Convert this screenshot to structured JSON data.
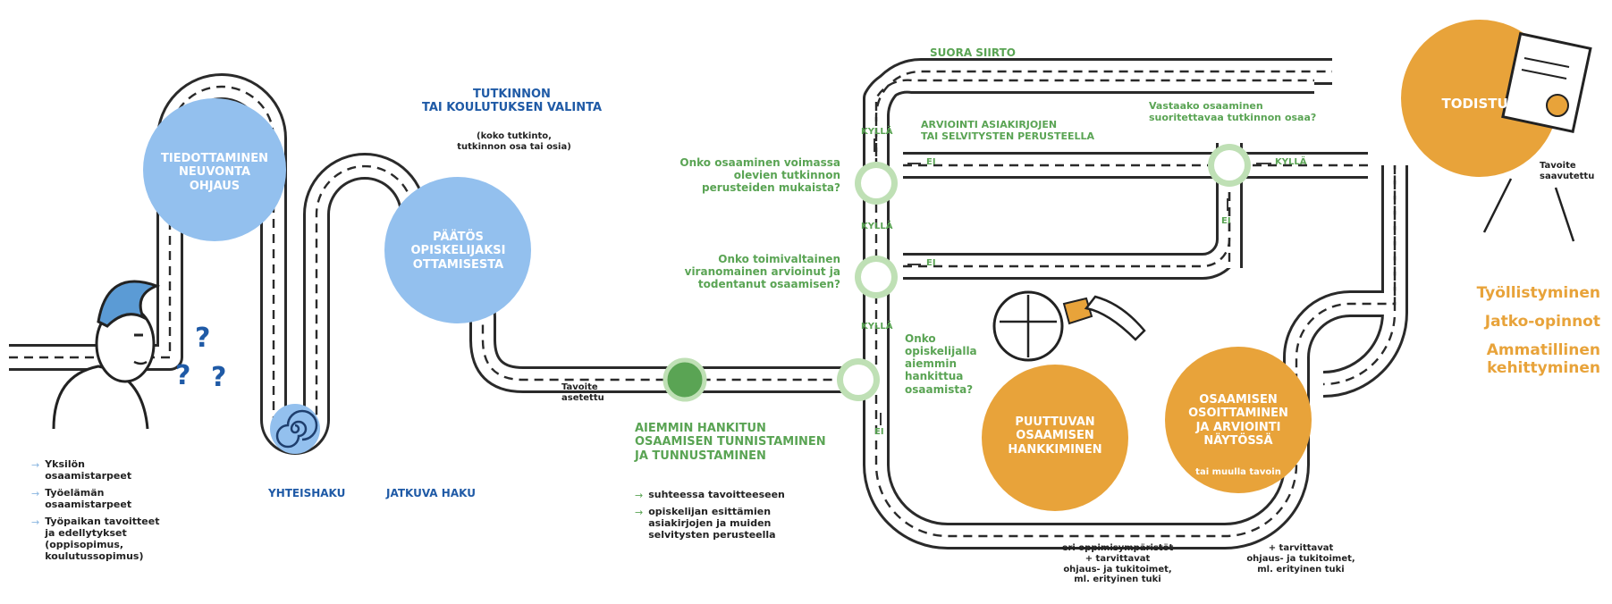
{
  "colors": {
    "road": "#2a2a2a",
    "blue": "#93c0ee",
    "darkblue": "#1f5aa6",
    "green": "#5aa454",
    "lightgreen": "#bfe0b5",
    "orange": "#e8a33a"
  },
  "circles": {
    "info": "TIEDOTTAMINEN\nNEUVONTA\nOHJAUS",
    "decision": "PÄÄTÖS\nOPISKELIJAKSI\nOTTAMISESTA",
    "missing": "PUUTTUVAN\nOSAAMISEN\nHANKKIMINEN",
    "demo": "OSAAMISEN\nOSOITTAMINEN\nJA ARVIOINTI\nNÄYTÖSSÄ",
    "demo_sub": "tai muulla tavoin",
    "certificate": "TODISTUS"
  },
  "labels": {
    "choice_title": "TUTKINNON\nTAI KOULUTUKSEN VALINTA",
    "choice_sub": "(koko tutkinto,\ntutkinnon osa tai osia)",
    "joint": "YHTEISHAKU",
    "continuous": "JATKUVA HAKU",
    "goal_set": "Tavoite\nasetettu",
    "goal_reached": "Tavoite\nsaavutettu",
    "direct": "SUORA SIIRTO",
    "eval_docs": "ARVIOINTI ASIAKIRJOJEN\nTAI SELVITYSTEN PERUSTEELLA",
    "recognition": "AIEMMIN HANKITUN\nOSAAMISEN TUNNISTAMINEN\nJA TUNNUSTAMINEN",
    "missing_note": "eri oppimisympäristöt\n+ tarvittavat\nohjaus- ja tukitoimet,\nml. erityinen tuki",
    "demo_note": "+ tarvittavat\nohjaus- ja tukitoimet,\nml. erityinen tuki"
  },
  "questions": {
    "q1": "Onko osaaminen voimassa\nolevien tutkinnon\nperusteiden mukaista?",
    "q2": "Onko toimivaltainen\nviranomainen arvioinut ja\ntodentanut osaamisen?",
    "q3": "Onko\nopiskelijalla\naiemmin\nhankittua\nosaamista?",
    "q4": "Vastaako osaaminen\nsuoritettavaa tutkinnon osaa?"
  },
  "answers": {
    "yes": "KYLLÄ",
    "no": "EI"
  },
  "needs": [
    "Yksilön\nosaamistarpeet",
    "Työelämän\nosaamistarpeet",
    "Työpaikan tavoitteet\nja edellytykset\n(oppisopimus,\nkoulutussopimus)"
  ],
  "recognition_items": [
    "suhteessa tavoitteeseen",
    "opiskelijan esittämien\nasiakirjojen ja muiden\nselvitysten perusteella"
  ],
  "outcomes": [
    "Työllistyminen",
    "Jatko-opinnot",
    "Ammatillinen\nkehittyminen"
  ],
  "icons": [
    "person-icon",
    "question-mark-icon",
    "spiral-icon",
    "puzzle-icon",
    "hand-icon",
    "certificate-icon"
  ]
}
